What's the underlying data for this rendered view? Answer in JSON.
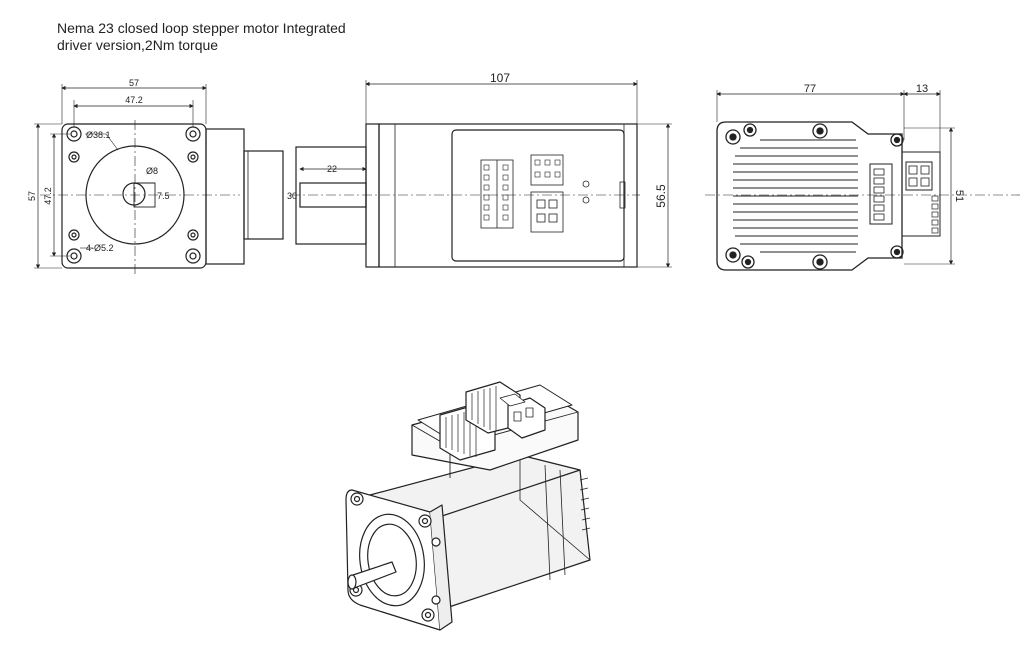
{
  "title": {
    "line1": "Nema 23 closed loop stepper motor Integrated",
    "line2": "driver version,2Nm torque"
  },
  "front_view": {
    "dim_width_outer": "57",
    "dim_width_inner": "47.2",
    "dim_height_outer": "57",
    "dim_height_inner": "47.2",
    "pilot_diameter": "Ø38.1",
    "shaft_diameter": "Ø8",
    "flat_depth": "7.5",
    "holes": "4-Ø5.2"
  },
  "side_view": {
    "dim_length": "107",
    "dim_shaft_length": "22",
    "dim_shaft_left": "30",
    "dim_height": "56.5"
  },
  "back_view": {
    "dim_body_length": "77",
    "dim_connector_length": "13",
    "dim_height": "51"
  }
}
